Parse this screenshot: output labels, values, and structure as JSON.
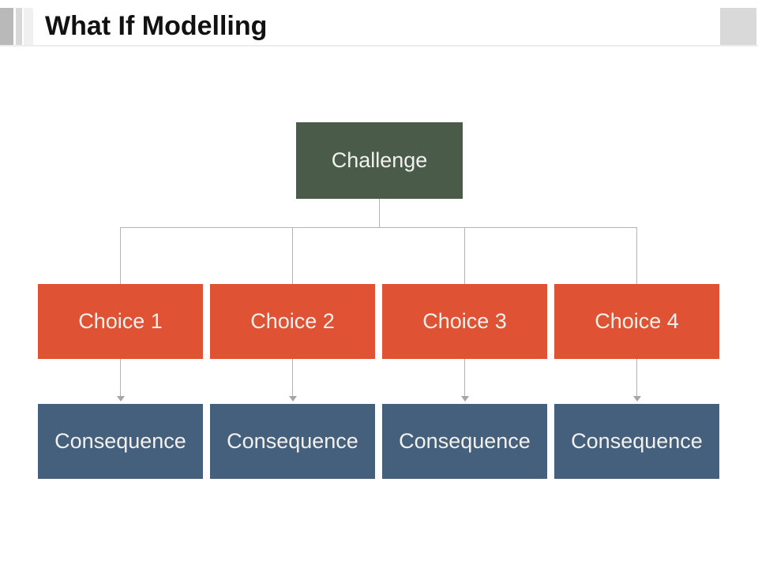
{
  "slide": {
    "title": "What If Modelling"
  },
  "diagram": {
    "root": {
      "label": "Challenge"
    },
    "columns": [
      {
        "choice": "Choice 1",
        "consequence": "Consequence"
      },
      {
        "choice": "Choice 2",
        "consequence": "Consequence"
      },
      {
        "choice": "Choice 3",
        "consequence": "Consequence"
      },
      {
        "choice": "Choice 4",
        "consequence": "Consequence"
      }
    ]
  },
  "colors": {
    "title-text": "#111111",
    "root-bg": "#4a5c49",
    "choice-bg": "#df5233",
    "consequence-bg": "#45607d",
    "node-text": "#f2f1ee",
    "connector": "#b3b3b3",
    "arrowhead": "#a6a6a6",
    "accent-bar-1": "#b9b9b9",
    "accent-bar-2": "#d8d8d8",
    "accent-bar-3": "#f0f0f0",
    "corner-square": "#d9d9d9",
    "header-rule": "#ededed"
  }
}
